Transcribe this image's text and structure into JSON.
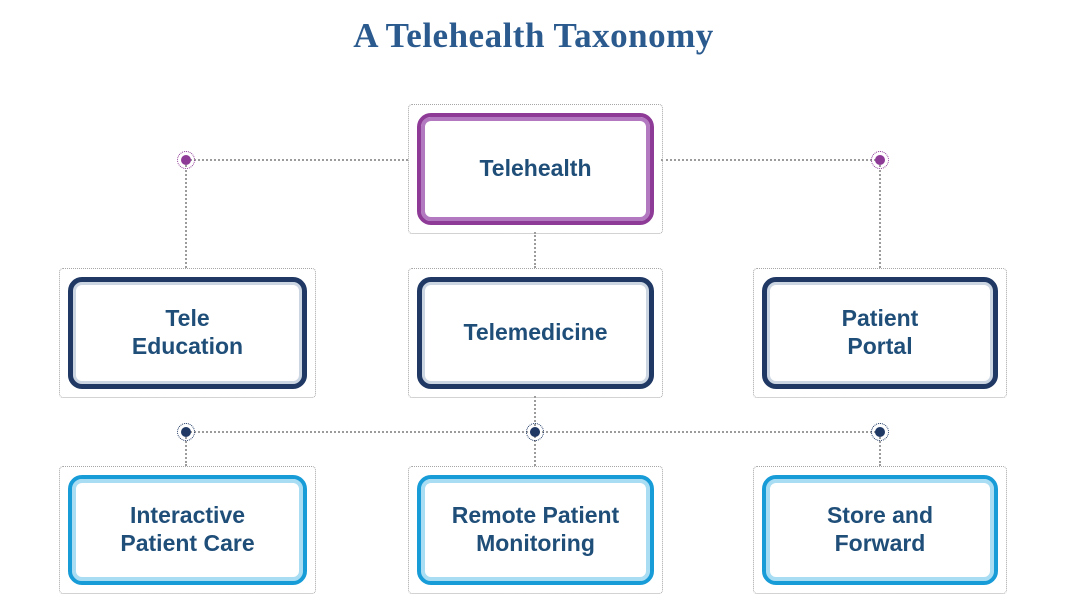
{
  "title": "A Telehealth Taxonomy",
  "diagram": {
    "root": {
      "id": "telehealth",
      "lines": [
        "Telehealth"
      ]
    },
    "level2": [
      {
        "id": "tele-education",
        "lines": [
          "Tele",
          "Education"
        ]
      },
      {
        "id": "telemedicine",
        "lines": [
          "Telemedicine"
        ]
      },
      {
        "id": "patient-portal",
        "lines": [
          "Patient",
          "Portal"
        ]
      }
    ],
    "level3": [
      {
        "id": "interactive-patient-care",
        "lines": [
          "Interactive",
          "Patient Care"
        ]
      },
      {
        "id": "remote-patient-monitoring",
        "lines": [
          "Remote Patient",
          "Monitoring"
        ]
      },
      {
        "id": "store-and-forward",
        "lines": [
          "Store and",
          "Forward"
        ]
      }
    ],
    "colors": {
      "title_text": "#2b5a8e",
      "box_text": "#1f4e79",
      "root_border": "#8e3a97",
      "root_border_inner": "#b279c1",
      "level2_border": "#1f3864",
      "level2_border_inner": "#ccd5e2",
      "level3_border": "#189cd8",
      "level3_border_inner": "#a8ddf3",
      "connector": "#9c9c9c",
      "junction_top": "#8e3a97",
      "junction_bottom": "#1f3864"
    }
  }
}
